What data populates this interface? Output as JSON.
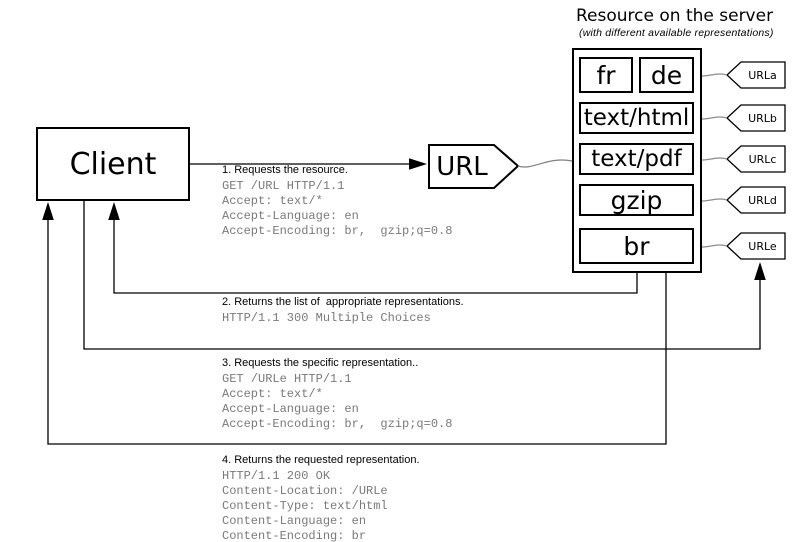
{
  "server_panel": {
    "title": "Resource on the server",
    "subtitle": "(with different available representations)",
    "rows": [
      {
        "cells": [
          "fr",
          "de"
        ],
        "tag": "URLa"
      },
      {
        "cells": [
          "text/html"
        ],
        "tag": "URLb"
      },
      {
        "cells": [
          "text/pdf"
        ],
        "tag": "URLc"
      },
      {
        "cells": [
          "gzip"
        ],
        "tag": "URLd"
      },
      {
        "cells": [
          "br"
        ],
        "tag": "URLe"
      }
    ]
  },
  "client": {
    "label": "Client"
  },
  "url_node": {
    "label": "URL"
  },
  "messages": [
    {
      "heading": "1. Requests the resource.",
      "lines": [
        "GET /URL HTTP/1.1",
        "Accept: text/*",
        "Accept-Language: en",
        "Accept-Encoding: br,  gzip;q=0.8"
      ]
    },
    {
      "heading": "2. Returns the list of  appropriate representations.",
      "lines": [
        "HTTP/1.1 300 Multiple Choices"
      ]
    },
    {
      "heading": "3. Requests the specific representation..",
      "lines": [
        "GET /URLe HTTP/1.1",
        "Accept: text/*",
        "Accept-Language: en",
        "Accept-Encoding: br,  gzip;q=0.8"
      ]
    },
    {
      "heading": "4. Returns the requested representation.",
      "lines": [
        "HTTP/1.1 200 OK",
        "Content-Location: /URLe",
        "Content-Type: text/html",
        "Content-Language: en",
        "Content-Encoding: br"
      ]
    }
  ],
  "colors": {
    "line": "#000000",
    "mono_text": "#7a7a7a",
    "connector": "#8c8c8c",
    "background": "#ffffff"
  }
}
